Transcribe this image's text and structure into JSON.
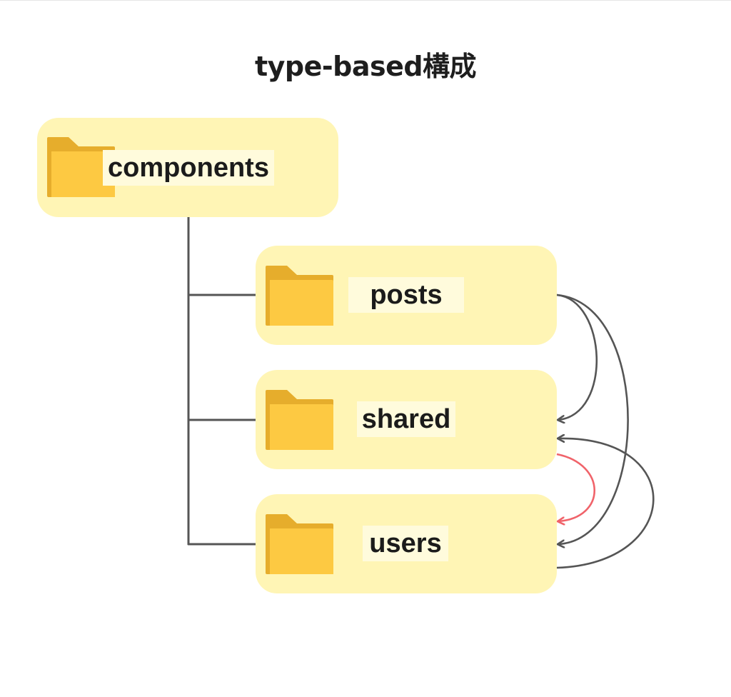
{
  "title": "type-based構成",
  "colors": {
    "node_fill": "#fff5b5",
    "label_fill": "#fffbdc",
    "folder_back": "#e6ad2c",
    "folder_front": "#fdc942",
    "connector": "#555555",
    "highlight_arrow": "#f0636a"
  },
  "tree": {
    "root": {
      "label": "components",
      "icon": "folder-icon"
    },
    "children": [
      {
        "label": "posts",
        "icon": "folder-icon"
      },
      {
        "label": "shared",
        "icon": "folder-icon"
      },
      {
        "label": "users",
        "icon": "folder-icon"
      }
    ]
  },
  "dependencies": [
    {
      "from": "posts",
      "to": "shared",
      "color": "#555555"
    },
    {
      "from": "posts",
      "to": "users",
      "color": "#555555"
    },
    {
      "from": "users",
      "to": "shared",
      "color": "#555555"
    },
    {
      "from": "shared",
      "to": "users",
      "color": "#f0636a"
    }
  ]
}
